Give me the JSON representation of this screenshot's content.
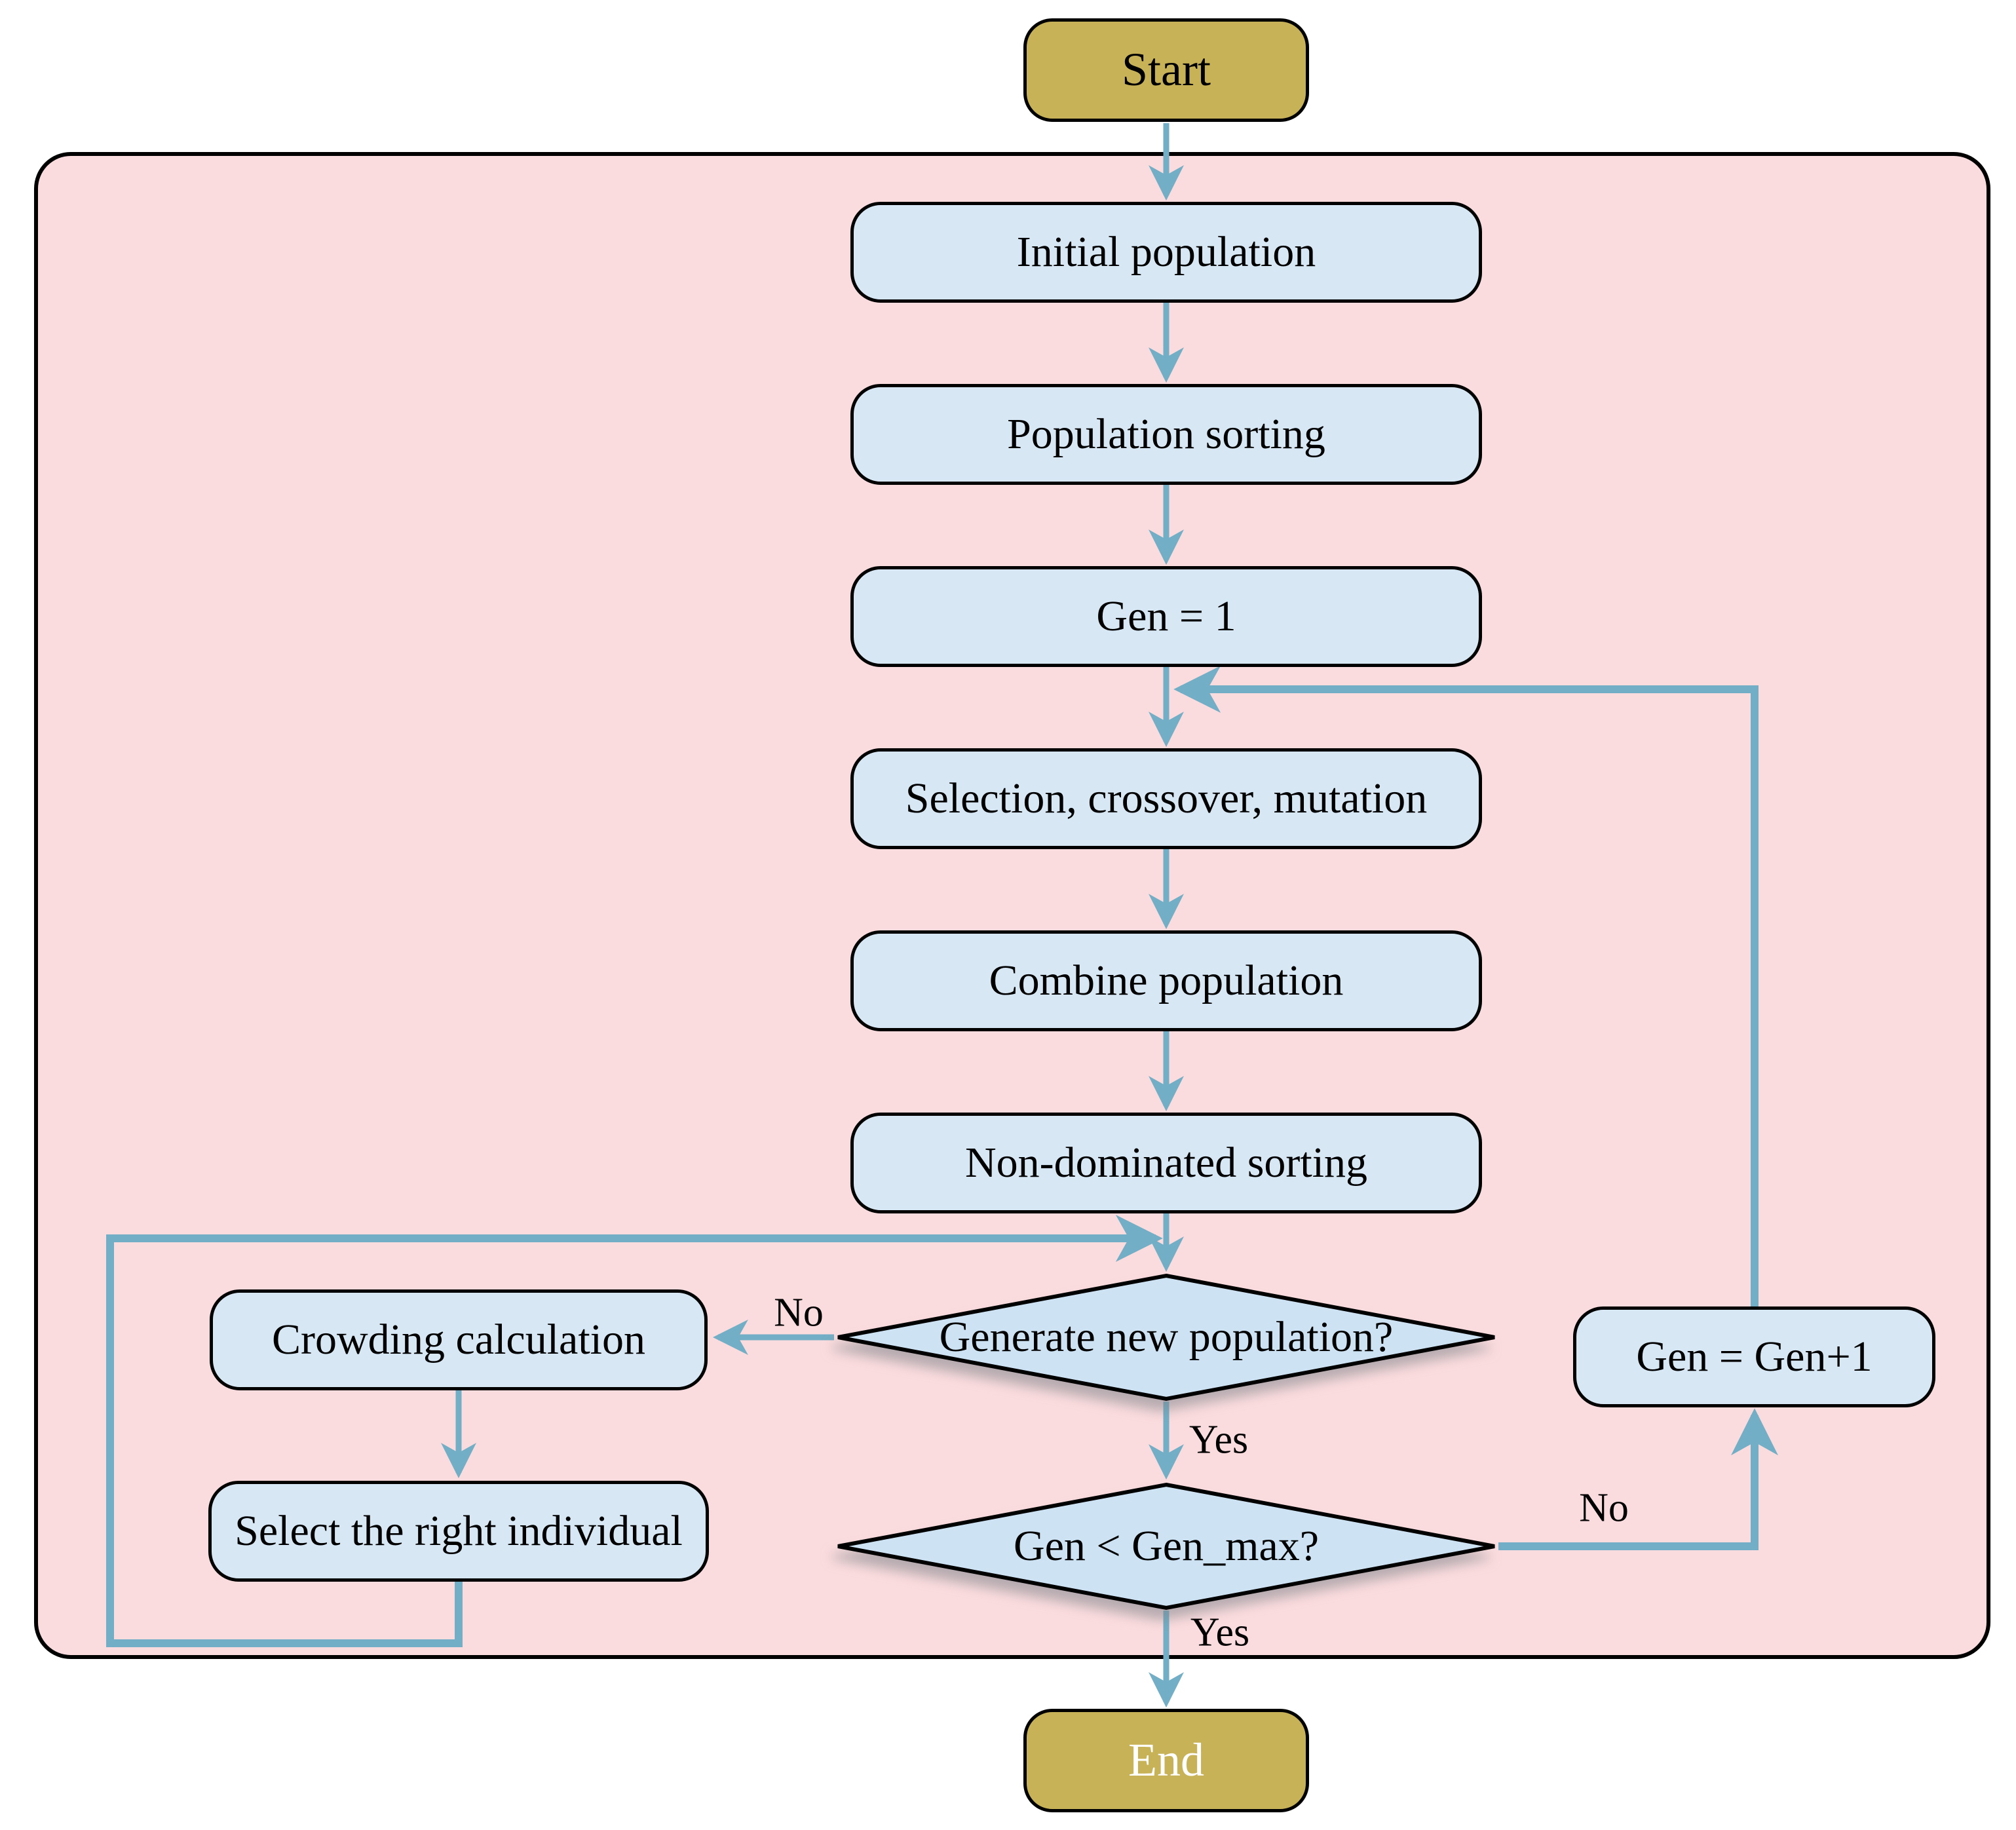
{
  "flowchart": {
    "description": "Genetic algorithm (NSGA-II) flowchart",
    "colors": {
      "canvas_bg": "#ffffff",
      "container_fill": "#FBDCDE",
      "container_border": "#000000",
      "process_fill": "#D7E7F4",
      "decision_fill": "#CDE3F3",
      "terminal_fill": "#C7B257",
      "arrow": "#72AEC5",
      "text": "#000000",
      "end_text": "#ffffff"
    },
    "nodes": {
      "start": {
        "label": "Start",
        "type": "terminal"
      },
      "initial_population": {
        "label": "Initial population",
        "type": "process"
      },
      "population_sorting": {
        "label": "Population sorting",
        "type": "process"
      },
      "gen_init": {
        "label": "Gen = 1",
        "type": "process"
      },
      "selection_crossover_mutation": {
        "label": "Selection, crossover, mutation",
        "type": "process"
      },
      "combine_population": {
        "label": "Combine population",
        "type": "process"
      },
      "non_dominated_sorting": {
        "label": "Non-dominated sorting",
        "type": "process"
      },
      "generate_new_population": {
        "label": "Generate new population?",
        "type": "decision"
      },
      "crowding_calculation": {
        "label": "Crowding calculation",
        "type": "process"
      },
      "select_right_individual": {
        "label": "Select the right individual",
        "type": "process"
      },
      "gen_max_check": {
        "label": "Gen < Gen_max?",
        "type": "decision"
      },
      "gen_increment": {
        "label": "Gen = Gen+1",
        "type": "process"
      },
      "end": {
        "label": "End",
        "type": "terminal"
      }
    },
    "edge_labels": {
      "no_left": "No",
      "yes_middle": "Yes",
      "no_right": "No",
      "yes_bottom": "Yes"
    }
  }
}
